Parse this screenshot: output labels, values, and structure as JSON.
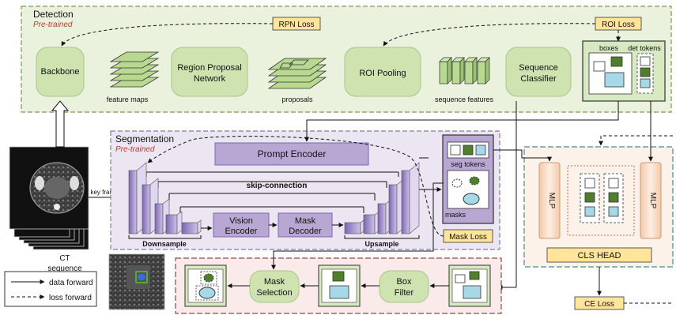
{
  "detection": {
    "title": "Detection",
    "subtitle": "Pre-trained",
    "backbone": "Backbone",
    "feature_maps": "feature maps",
    "rpn_line1": "Region Proposal",
    "rpn_line2": "Network",
    "proposals": "proposals",
    "rpn_loss": "RPN Loss",
    "roi_pooling": "ROI Pooling",
    "sequence_features": "sequence features",
    "seq_cls_line1": "Sequence",
    "seq_cls_line2": "Classifier",
    "roi_loss": "ROI Loss",
    "boxes": "boxes",
    "det_tokens": "det tokens"
  },
  "segmentation": {
    "title": "Segmentation",
    "subtitle": "Pre-trained",
    "prompt_encoder": "Prompt Encoder",
    "skip_connection": "skip-connection",
    "vision_line1": "Vision",
    "vision_line2": "Encoder",
    "mask_line1": "Mask",
    "mask_line2": "Decoder",
    "downsample": "Downsample",
    "upsample": "Upsample",
    "seg_tokens": "seg tokens",
    "masks": "masks",
    "mask_loss": "Mask Loss"
  },
  "input": {
    "key_frame": "key frame",
    "ct_line1": "CT",
    "ct_line2": "sequence"
  },
  "classification": {
    "mlp_left": "MLP",
    "mlp_right": "MLP",
    "cls_head": "CLS HEAD",
    "ce_loss": "CE Loss"
  },
  "postprocess": {
    "mask_sel_line1": "Mask",
    "mask_sel_line2": "Selection",
    "box_filter_line1": "Box",
    "box_filter_line2": "Filter"
  },
  "legend": {
    "data_forward": "data forward",
    "loss_forward": "loss forward"
  },
  "colors": {
    "detection_bg": "#eaf2de",
    "green_box": "#cfe3b0",
    "purple_bg": "#ece6f3",
    "purple_box": "#b9a7d3",
    "loss_box": "#ffe49a",
    "cls_bg": "#fdf2ea",
    "pp_bg": "#fbeaea",
    "token_green": "#4f7f2a",
    "token_blue": "#a7d8e8"
  }
}
